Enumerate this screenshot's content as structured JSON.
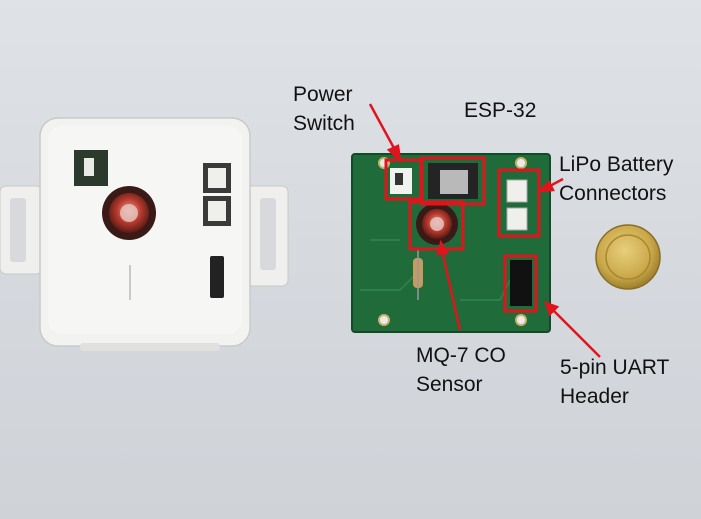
{
  "annotations": {
    "power_switch": [
      "Power",
      "Switch"
    ],
    "esp32": "ESP-32",
    "lipo": [
      "LiPo Battery",
      "Connectors"
    ],
    "mq7": [
      "MQ-7 CO",
      "Sensor"
    ],
    "uart": [
      "5-pin UART",
      "Header"
    ]
  },
  "colors": {
    "annotation": "#e0141c",
    "pcb": "#1f6b3a",
    "enclosure": "#f1f1ef",
    "background": "#d8dce1"
  },
  "icons": [
    "enclosure",
    "pcb-board",
    "gas-sensor",
    "coin"
  ]
}
